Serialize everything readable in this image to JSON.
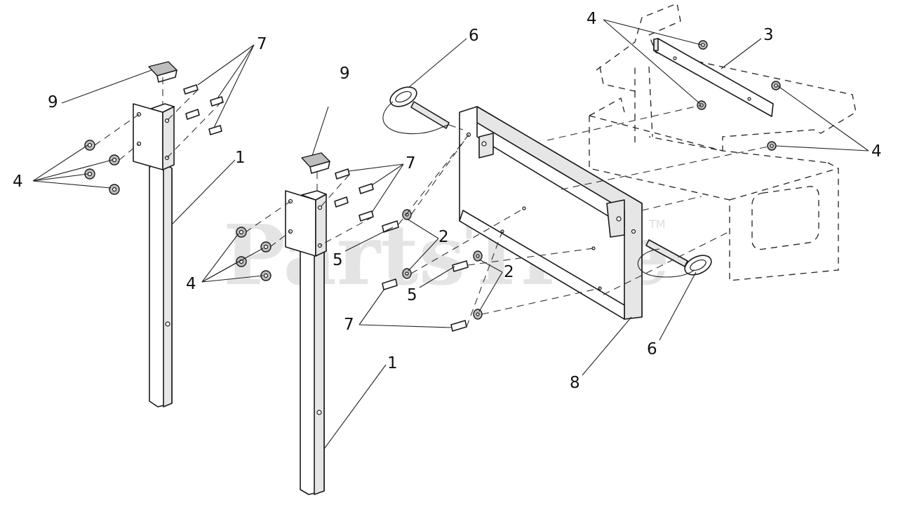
{
  "watermark": {
    "text": "PartsTree",
    "trademark": "TM"
  },
  "callouts": {
    "post_left": "1",
    "post_right": "1",
    "washer_upper": "2",
    "washer_lower": "2",
    "bracket_strip": "3",
    "nuts_left": "4",
    "nuts_middle": "4",
    "nuts_top_right": "4",
    "nuts_right": "4",
    "bolt_upper": "5",
    "bolt_lower": "5",
    "pin_upper": "6",
    "pin_lower": "6",
    "bolts_left": "7",
    "bolts_middle": "7",
    "bolts_bottom": "7",
    "frame": "8",
    "cap_left": "9",
    "cap_right": "9"
  }
}
